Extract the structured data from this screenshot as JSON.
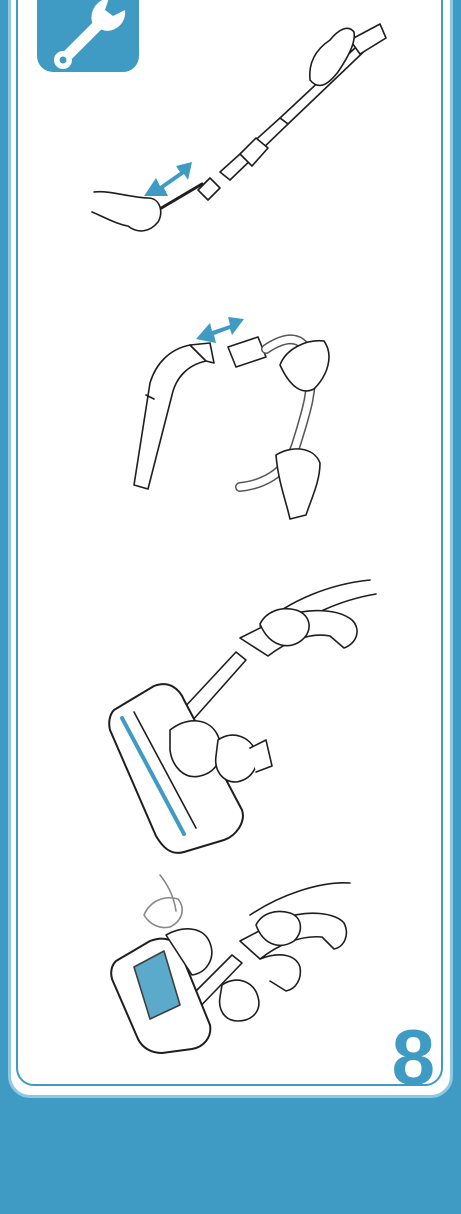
{
  "page": {
    "step_number": "8"
  },
  "icons": {
    "badge": "wrench-icon"
  },
  "colors": {
    "accent": "#3f9bc3",
    "accent_light": "#8ec9e3",
    "line": "#1e1e1e"
  },
  "figures": [
    {
      "id": "wand-extension",
      "depicts": "extension-tube-being-pulled-apart"
    },
    {
      "id": "hose-handle",
      "depicts": "hose-detached-from-handle"
    },
    {
      "id": "floor-head-attached",
      "depicts": "floor-head-on-tube-held-by-hand"
    },
    {
      "id": "floor-head-clean",
      "depicts": "brush-roll-being-cleaned"
    }
  ]
}
